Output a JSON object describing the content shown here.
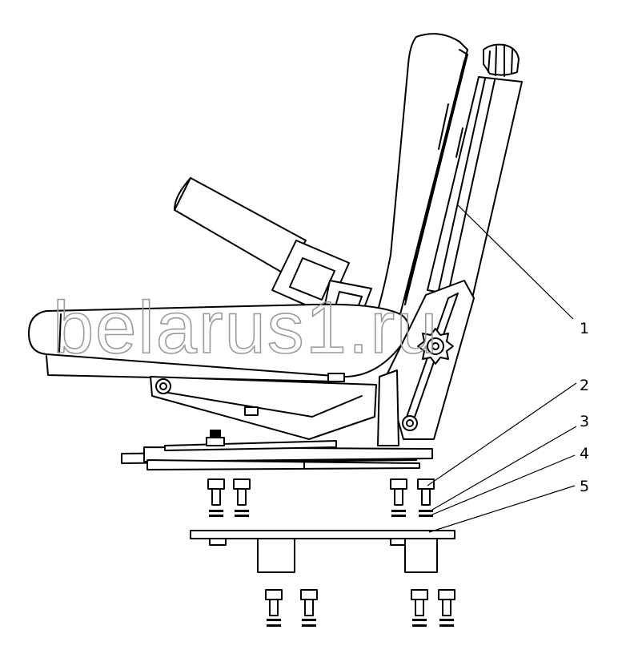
{
  "watermark": "belarus1.ru",
  "callouts": [
    {
      "label": "1"
    },
    {
      "label": "2"
    },
    {
      "label": "3"
    },
    {
      "label": "4"
    },
    {
      "label": "5"
    }
  ]
}
